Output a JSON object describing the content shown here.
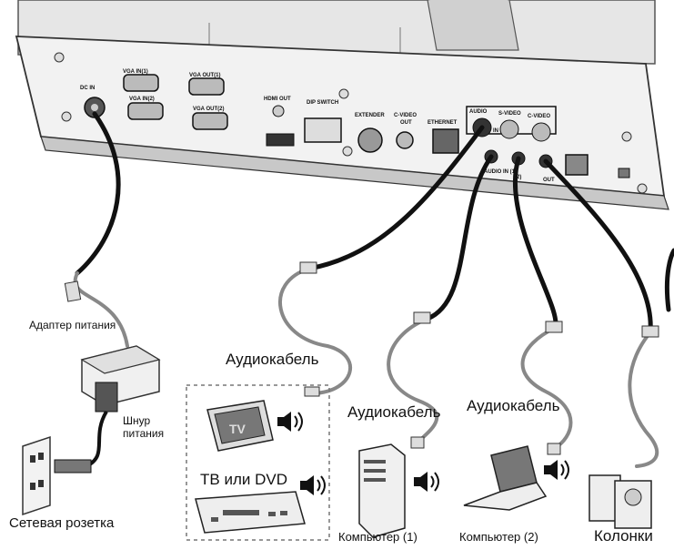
{
  "ports": {
    "dc_in": "DC IN",
    "vga_in1": "VGA IN(1)",
    "vga_in2": "VGA IN(2)",
    "vga_out1": "VGA OUT(1)",
    "vga_out2": "VGA OUT(2)",
    "hdmi_out": "HDMI OUT",
    "dip_switch": "DIP SWITCH",
    "extender": "EXTENDER",
    "cvideo_out_1": "C-VIDEO",
    "cvideo_out_2": "OUT",
    "ethernet": "ETHERNET",
    "audio": "AUDIO",
    "svideo": "S-VIDEO",
    "cvideo": "C-VIDEO",
    "in": "IN",
    "audio_in1": "AUDIO IN (1)",
    "in2": "(2)",
    "out": "OUT"
  },
  "labels": {
    "power_adapter": "Адаптер питания",
    "power_cord": "Шнур питания",
    "outlet": "Сетевая розетка",
    "audio_cable_1": "Аудиокабель",
    "audio_cable_2": "Аудиокабель",
    "audio_cable_3": "Аудиокабель",
    "tv_dvd": "ТВ или DVD",
    "tv_screen": "TV",
    "computer_1": "Компьютер (1)",
    "computer_2": "Компьютер (2)",
    "speakers": "Колонки"
  }
}
